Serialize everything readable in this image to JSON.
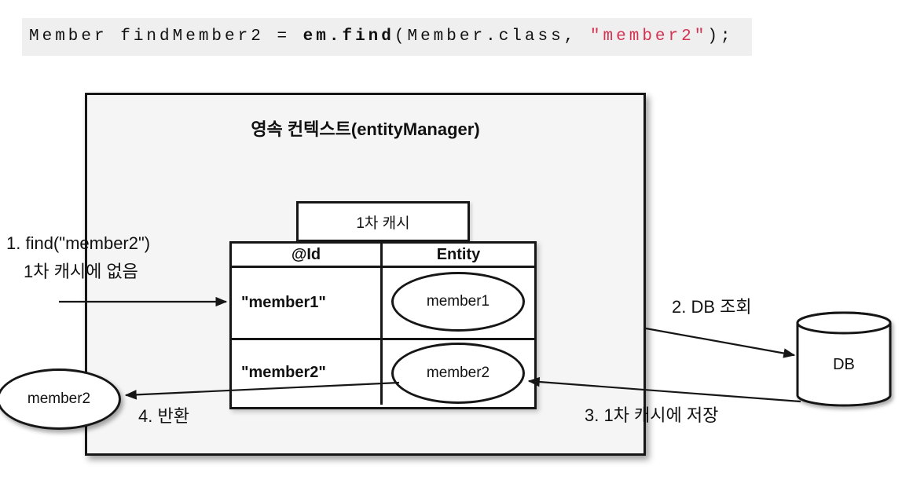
{
  "code": {
    "segments": [
      {
        "text": "Member findMember2 = ",
        "style": "plain"
      },
      {
        "text": "em.find",
        "style": "bold"
      },
      {
        "text": "(Member.class, ",
        "style": "plain"
      },
      {
        "text": "\"member2\"",
        "style": "string"
      },
      {
        "text": ");",
        "style": "plain"
      }
    ],
    "string_color": "#d63252",
    "background_color": "#efefef"
  },
  "diagram": {
    "context_title": "영속 컨텍스트(entityManager)",
    "context_background": "#f5f5f5",
    "border_color": "#161616",
    "cache_label": "1차 캐시",
    "table": {
      "headers": [
        "@Id",
        "Entity"
      ],
      "rows": [
        {
          "id": "\"member1\"",
          "entity": "member1"
        },
        {
          "id": "\"member2\"",
          "entity": "member2"
        }
      ]
    },
    "result_entity": "member2",
    "db_label": "DB",
    "annotations": {
      "step1_line1": "1. find(\"member2\")",
      "step1_line2": "1차 캐시에 없음",
      "step2": "2. DB 조회",
      "step3": "3. 1차 캐시에 저장",
      "step4": "4. 반환"
    }
  }
}
